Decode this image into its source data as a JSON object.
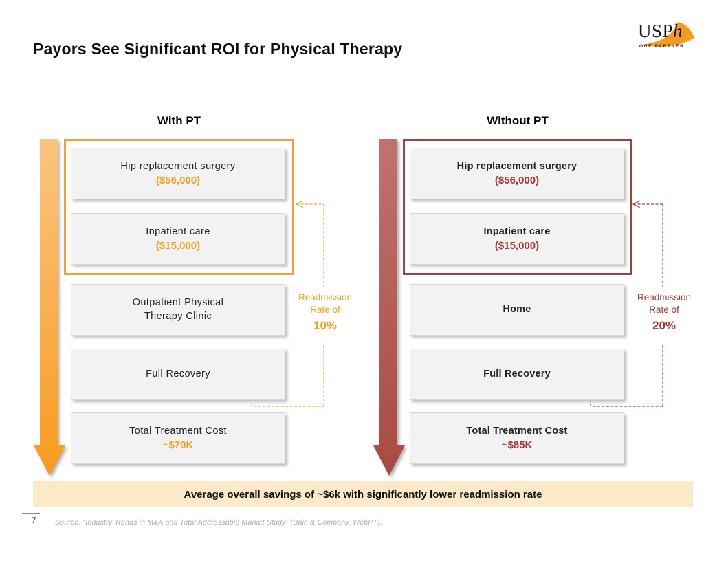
{
  "slide": {
    "title": "Payors See Significant ROI for Physical Therapy",
    "page_number": "7",
    "source_text": "Source: “Industry Trends in M&A and Total Addressable Market Study” (Bain & Company, WebPT).",
    "banner_text": "Average overall savings of ~$6k with significantly lower readmission rate",
    "banner_bg_color": "#FCE9C7"
  },
  "logo": {
    "wordmark": "USP",
    "wordmark_italic": "h",
    "tagline": "ONE PARTNER",
    "swoosh_color": "#F59C1F"
  },
  "with_pt": {
    "header": "With PT",
    "accent_color": "#F5A11E",
    "border_color": "#F0A236",
    "connector_color": "#E9A93F",
    "arrow_top_color": "#FAC580",
    "arrow_bottom_color": "#F89B1D",
    "boxes": [
      {
        "title": "Hip replacement surgery",
        "value": "($56,000)"
      },
      {
        "title": "Inpatient care",
        "value": "($15,000)"
      },
      {
        "title": "Outpatient Physical Therapy Clinic",
        "value": ""
      },
      {
        "title": "Full Recovery",
        "value": ""
      },
      {
        "title": "Total Treatment Cost",
        "value": "~$79K"
      }
    ],
    "readmission": {
      "line1": "Readmission",
      "line2": "Rate of",
      "rate": "10%"
    }
  },
  "without_pt": {
    "header": "Without PT",
    "accent_color": "#A23B38",
    "border_color": "#9E423C",
    "connector_color": "#A2443E",
    "arrow_top_color": "#C0736C",
    "arrow_bottom_color": "#A84A42",
    "boxes": [
      {
        "title": "Hip replacement surgery",
        "value": "($56,000)"
      },
      {
        "title": "Inpatient care",
        "value": "($15,000)"
      },
      {
        "title": "Home",
        "value": ""
      },
      {
        "title": "Full Recovery",
        "value": ""
      },
      {
        "title": "Total Treatment Cost",
        "value": "~$85K"
      }
    ],
    "readmission": {
      "line1": "Readmission",
      "line2": "Rate of",
      "rate": "20%"
    }
  }
}
